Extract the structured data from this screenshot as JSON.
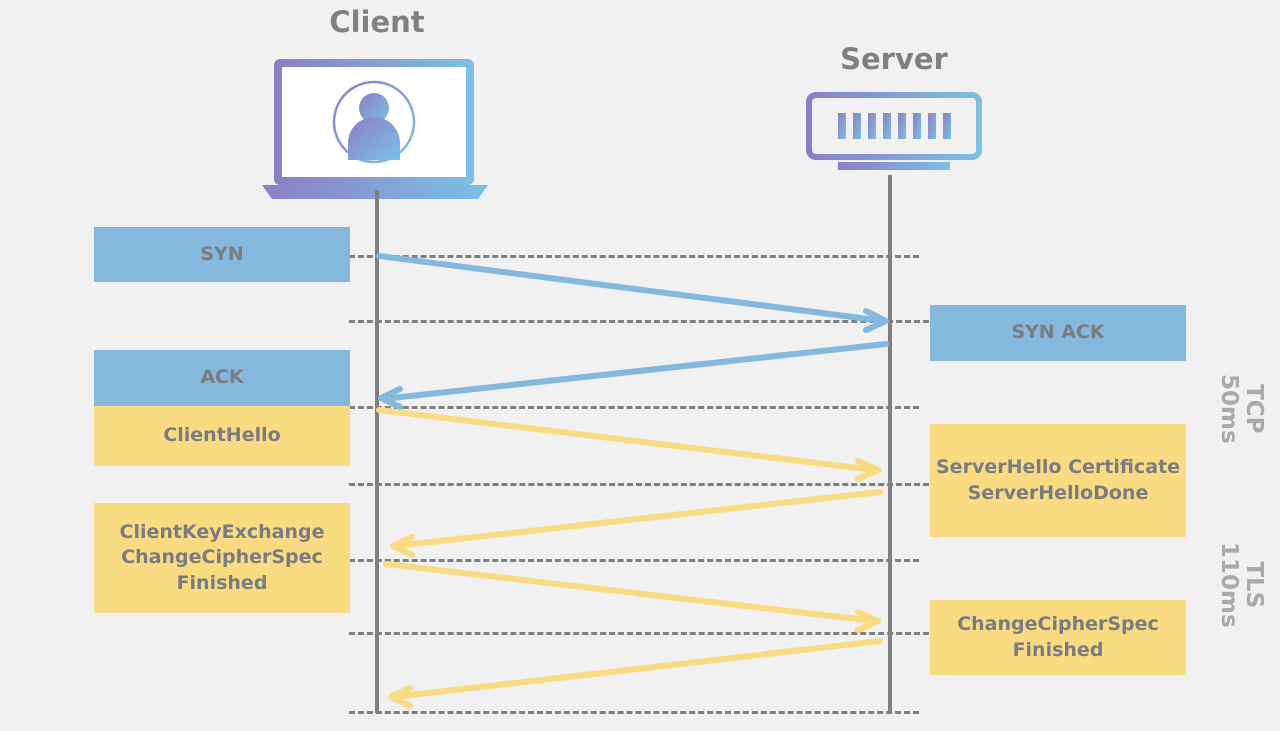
{
  "diagram": {
    "title_client": "Client",
    "title_server": "Server",
    "background_color": "#f1f1f1",
    "tcp_color": "#84b8dc",
    "tls_color": "#f9dc82",
    "text_color": "#7b7b82",
    "lifeline_color": "#7f7f7f"
  },
  "icons": {
    "client": "laptop-user-icon",
    "server": "server-rack-icon"
  },
  "client_messages": [
    {
      "label": "SYN",
      "phase": "TCP"
    },
    {
      "label": "ACK",
      "phase": "TCP"
    },
    {
      "label": "ClientHello",
      "phase": "TLS"
    },
    {
      "label": "ClientKeyExchange\nChangeCipherSpec\nFinished",
      "phase": "TLS"
    }
  ],
  "server_messages": [
    {
      "label": "SYN ACK",
      "phase": "TCP"
    },
    {
      "label": "ServerHello\nCertificate\nServerHelloDone",
      "phase": "TLS"
    },
    {
      "label": "ChangeCipherSpec\nFinished",
      "phase": "TLS"
    }
  ],
  "phases": [
    {
      "name": "TCP",
      "duration": "50ms",
      "label": "TCP\n50ms"
    },
    {
      "name": "TLS",
      "duration": "110ms",
      "label": "TLS\n110ms"
    }
  ],
  "arrows": [
    {
      "direction": "client-to-server",
      "phase": "TCP",
      "message": "SYN"
    },
    {
      "direction": "server-to-client",
      "phase": "TCP",
      "message": "SYN ACK"
    },
    {
      "direction": "client-to-server",
      "phase": "TLS",
      "message": "ClientHello"
    },
    {
      "direction": "server-to-client",
      "phase": "TLS",
      "message": "ServerHello Certificate ServerHelloDone"
    },
    {
      "direction": "client-to-server",
      "phase": "TLS",
      "message": "ClientKeyExchange ChangeCipherSpec Finished"
    },
    {
      "direction": "server-to-client",
      "phase": "TLS",
      "message": "ChangeCipherSpec Finished"
    }
  ]
}
